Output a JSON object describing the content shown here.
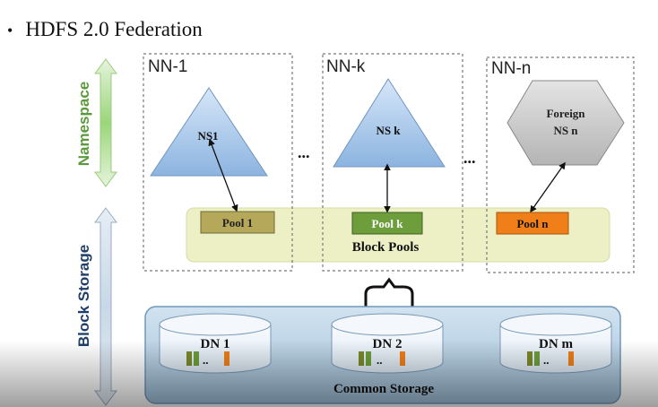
{
  "title": "HDFS  2.0  Federation",
  "bullet": "•",
  "axis_labels": {
    "namespace": "Namespace",
    "block_storage": "Block Storage"
  },
  "namenodes": [
    {
      "label": "NN-1",
      "namespace": "NS1",
      "pool": "Pool  1"
    },
    {
      "label": "NN-k",
      "namespace": "NS k",
      "pool": "Pool  k"
    },
    {
      "label": "NN-n",
      "namespace_line1": "Foreign",
      "namespace_line2": "NS n",
      "pool": "Pool  n"
    }
  ],
  "ellipsis": "...",
  "block_pools_label": "Block Pools",
  "datanodes": [
    {
      "label": "DN 1"
    },
    {
      "label": "DN 2"
    },
    {
      "label": "DN m"
    }
  ],
  "dn_ellipsis": "..",
  "common_storage_label": "Common Storage",
  "colors": {
    "namespace_green": "#8ccc6a",
    "block_storage_blue": "#3c6aa0",
    "triangle_fill": "#a8c8ec",
    "hexagon_fill": "#c8c8c8",
    "pool_olive": "#b5a85a",
    "pool_green": "#6e9e3c",
    "pool_orange": "#f07f1a",
    "block_pool_bg": "#ecf0c4",
    "storage_bg": "#bcd3e6"
  }
}
